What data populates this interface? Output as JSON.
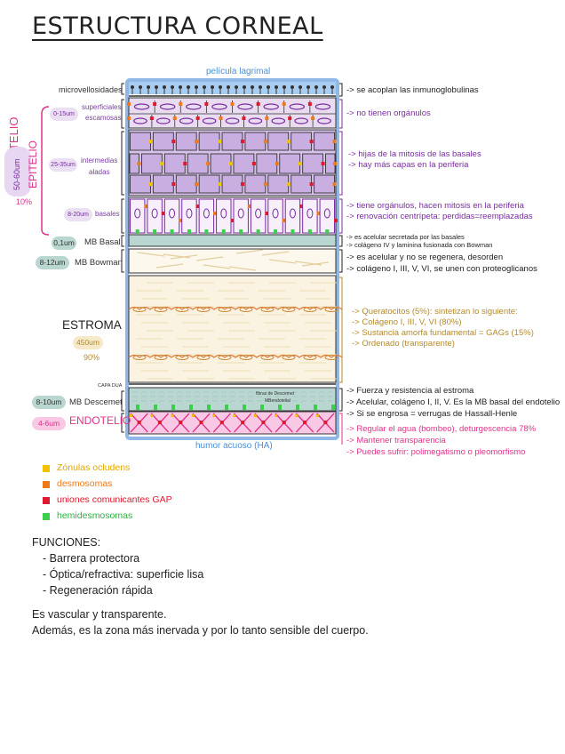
{
  "title": "ESTRUCTURA CORNEAL",
  "colors": {
    "purple": "#7a2da0",
    "gold": "#b58a2a",
    "pink": "#e0338a",
    "blue": "#4a90d9",
    "teal": "#b9d6d0",
    "stroma": "#fbf3e1"
  },
  "diagram": {
    "pelicula": "película lagrimal",
    "microvellosidades": "microvellosidades",
    "superficiales": "superficiales",
    "escamosas": "escamosas",
    "sup_um": "0-15um",
    "intermedias": "intermedias",
    "aladas": "aladas",
    "int_um": "25-35um",
    "basales": "basales",
    "bas_um": "8-20um",
    "epitelio": "EPITELIO",
    "epitelio_um": "50-60um",
    "epitelio_pct": "10%",
    "mb_basal_um": "0,1um",
    "mb_basal": "MB Basal",
    "bowman_um": "8-12um",
    "bowman": "MB Bowman",
    "estroma": "ESTROMA",
    "estroma_um": "450um",
    "estroma_pct": "90%",
    "capa_dua": "CAPA DUA",
    "descemet_um": "8-10um",
    "descemet": "MB Descemet",
    "descemet_in1": "fibras de Descemet",
    "descemet_in2": "MBendotelial",
    "endotelio_um": "4-6um",
    "endotelio": "ENDOTELIO",
    "humor": "humor acuoso (HA)"
  },
  "notes": {
    "n1": "->  se acoplan las inmunoglobulinas",
    "n2": "->  no tienen orgánulos",
    "n3a": "->  hijas de la mitosis de las basales",
    "n3b": "->  hay más capas en la periferia",
    "n4a": "->  tiene orgánulos, hacen mitosis en la periferia",
    "n4b": "->  renovación centrípeta: perdidas=reemplazadas",
    "n5a": "->   es acelular secretada por las basales",
    "n5b": "->   colágeno IV y laminina fusionada con Bowman",
    "n6a": "->   es acelular  y no se regenera, desorden",
    "n6b": "->   colágeno I, III, V, VI, se unen con proteoglicanos",
    "n7a": "->   Queratocitos (5%): sintetizan lo siguiente:",
    "n7b": "->   Colágeno I, III, V, VI (80%)",
    "n7c": "->    Sustancia amorfa fundamental = GAGs (15%)",
    "n7d": "->    Ordenado (transparente)",
    "n8a": "->  Fuerza y resistencia al estroma",
    "n8b": "->  Acelular, colágeno I, II, V. Es la MB basal del endotelio",
    "n8c": "->  Si se engrosa = verrugas de Hassall-Henle",
    "n9a": "->  Regular el agua (bombeo), deturgescencia 78%",
    "n9b": "->  Mantener transparencia",
    "n9c": "->  Puedes sufrir: polimegatismo o pleomorfismo"
  },
  "legend": [
    {
      "label": "Zónulas ocludens",
      "color": "#f2c200"
    },
    {
      "label": "desmosomas",
      "color": "#f07a1a"
    },
    {
      "label": "uniones comunicantes GAP",
      "color": "#e01a2e"
    },
    {
      "label": "hemidesmosomas",
      "color": "#3ccf4e"
    }
  ],
  "functions": {
    "heading": "FUNCIONES:",
    "items": [
      "- Barrera protectora",
      "- Óptica/refractiva: superficie lisa",
      "- Regeneración rápida"
    ]
  },
  "footer": {
    "line1": "Es vascular y transparente.",
    "line2": "Además, es la zona más inervada y por lo tanto sensible del cuerpo."
  }
}
